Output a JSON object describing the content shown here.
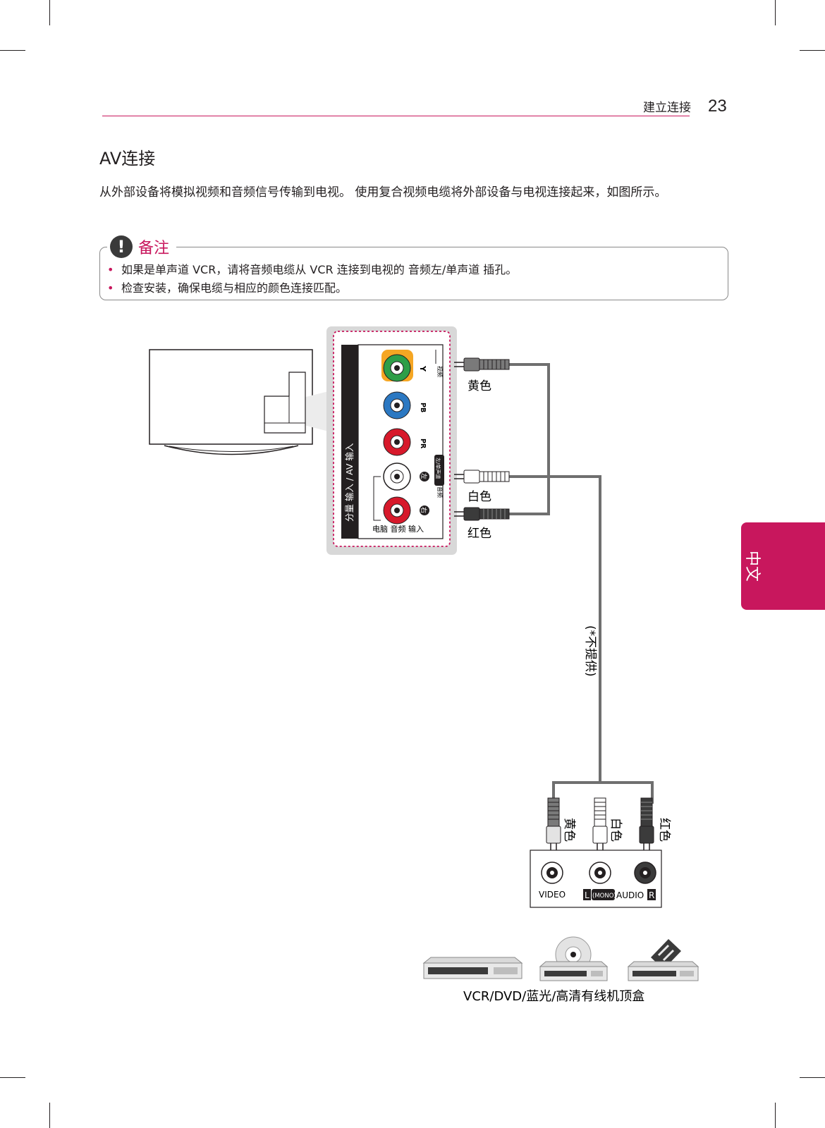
{
  "header": {
    "section": "建立连接",
    "page_number": "23"
  },
  "title": "AV连接",
  "intro": "从外部设备将模拟视频和音频信号传输到电视。 使用复合视频电缆将外部设备与电视连接起来，如图所示。",
  "note": {
    "label": "备注",
    "icon": "exclamation-icon",
    "items": [
      "如果是单声道 VCR，请将音频电缆从 VCR 连接到电视的 音频左/单声道 插孔。",
      "检查安装，确保电缆与相应的颜色连接匹配。"
    ]
  },
  "diagram": {
    "panel_label": "分量 输入 / AV 输入",
    "jack_labels": {
      "y": "Y",
      "pb": "PB",
      "pr": "PR",
      "video": "视频",
      "left": "左",
      "right": "右",
      "audio": "音频",
      "left_mono": "左/单声道"
    },
    "pc_audio_label": "电脑 音频 输入",
    "cable_colors_tv": [
      "黄色",
      "白色",
      "红色"
    ],
    "cable_note": "(*不提供)",
    "cable_colors_device": [
      "黄色",
      "白色",
      "红色"
    ],
    "device_jacks": {
      "video": "VIDEO",
      "l": "L",
      "mono": "(MONO)",
      "audio": "AUDIO",
      "r": "R"
    },
    "devices_caption": "VCR/DVD/蓝光/高清有线机顶盒",
    "colors": {
      "yellow_jack": "#f5a623",
      "green": "#2e9e48",
      "blue": "#2b78c2",
      "red": "#d7192b",
      "cable": "#6f6f6f"
    }
  },
  "language_tab": "中文",
  "colors": {
    "accent": "#c8175d",
    "text": "#231f20"
  }
}
